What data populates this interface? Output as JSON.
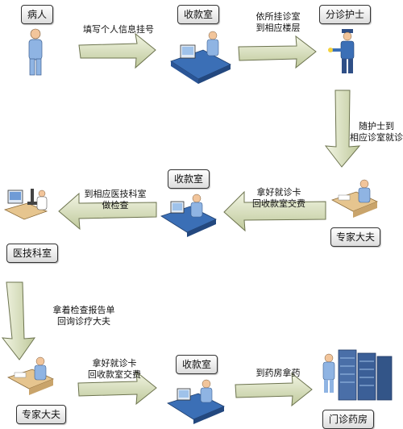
{
  "nodes": {
    "patient": "病人",
    "cashier_1": "收款室",
    "triage_nurse": "分诊护士",
    "expert_1": "专家大夫",
    "cashier_2": "收款室",
    "medical_lab": "医技科室",
    "expert_2": "专家大夫",
    "cashier_3": "收款室",
    "pharmacy": "门诊药房"
  },
  "edges": {
    "register": "填写个人信息挂号",
    "to_floor": "依所挂诊室\n到相应楼层",
    "follow_nurse": "随护士到\n相应诊室就诊",
    "pay_exam": "拿好就诊卡\n回收款室交费",
    "go_lab": "到相应医技科室\n做检查",
    "return_doctor": "拿着检查报告单\n回询诊疗大夫",
    "pay_drug": "拿好就诊卡\n回收款室交费",
    "get_medicine": "到药房拿药"
  },
  "colors": {
    "arrow_fill": "#d8e1b8",
    "arrow_stroke": "#6d744f",
    "person_blue": "#8fb4e3",
    "desk_blue": "#3b6fb6"
  }
}
